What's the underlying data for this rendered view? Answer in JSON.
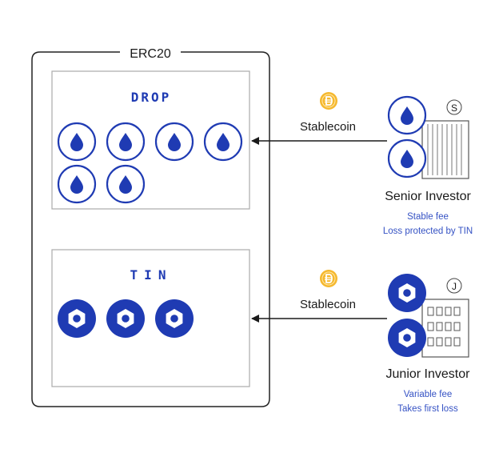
{
  "colors": {
    "token_blue": "#1f3bb3",
    "coin_gold": "#f5b82e",
    "box_border": "#aaaaaa",
    "outer_border": "#222222",
    "text": "#1a1a1a",
    "note_blue": "#3552c4"
  },
  "container": {
    "title": "ERC20"
  },
  "drop": {
    "title": "DROP",
    "token_count": 6,
    "token_icon": "drop-icon"
  },
  "tin": {
    "title": "TIN",
    "token_count": 3,
    "token_icon": "hexagon-nut-icon"
  },
  "senior": {
    "flow_label": "Stablecoin",
    "name": "Senior Investor",
    "badge": "S",
    "note1": "Stable fee",
    "note2": "Loss protected by TIN",
    "building_icon": "columns-building-icon"
  },
  "junior": {
    "flow_label": "Stablecoin",
    "name": "Junior Investor",
    "badge": "J",
    "note1": "Variable fee",
    "note2": "Takes first loss",
    "building_icon": "office-building-icon"
  }
}
